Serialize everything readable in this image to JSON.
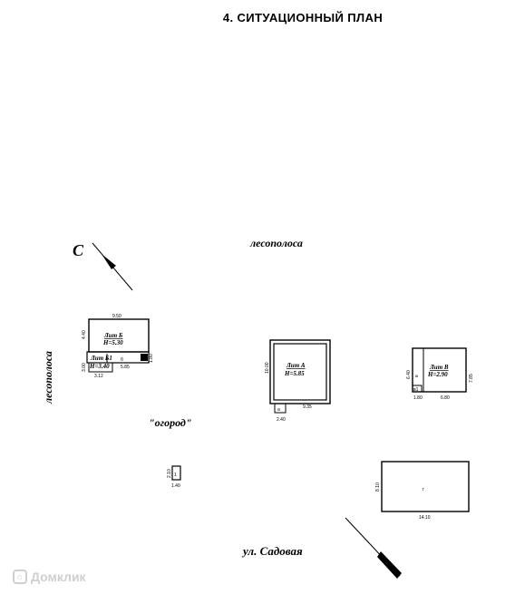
{
  "title": "4.  СИТУАЦИОННЫЙ ПЛАН",
  "labels": {
    "north": "С",
    "forest_top": "лесополоса",
    "forest_left": "лесополоса",
    "garden": "\"огород\"",
    "street": "ул. Садовая"
  },
  "buildings": {
    "b": {
      "name": "Лит Б",
      "height": "H=5.30",
      "dim_top": "9.50",
      "dim_left": "4.40",
      "dim_right": "1.80",
      "dim_bottom": "3.12",
      "dim_mid": "5.85",
      "dim_left2": "3.00",
      "annex_name": "Лит Б1",
      "annex_height": "H=3.40",
      "mark": "б"
    },
    "a": {
      "name": "Лит А",
      "height": "H=5.85",
      "dim_left": "10.00",
      "dim_bottom": "9.35",
      "dim_bottom2": "2.40",
      "porch": "а"
    },
    "v": {
      "name": "Лит В",
      "height": "H=2.90",
      "dim_left": "6.40",
      "dim_right": "7.85",
      "dim_bottom": "6.80",
      "dim_bottom2": "1.80",
      "mark": "в",
      "mark2": "в1"
    },
    "g": {
      "name": "г",
      "dim_left": "8.10",
      "dim_bottom": "14.10"
    },
    "small": {
      "name": "1",
      "dim_left": "2.10",
      "dim_bottom": "1.40"
    }
  },
  "watermark": "Домклик",
  "colors": {
    "ink": "#000000",
    "watermark": "#cfcfcf"
  }
}
